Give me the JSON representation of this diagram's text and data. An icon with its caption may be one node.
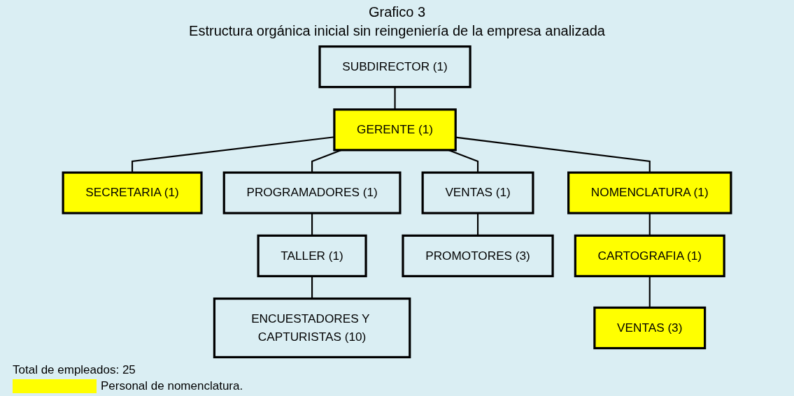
{
  "diagram": {
    "title": "Grafico 3",
    "nodes": [
      {
        "text": [
          "SUBDIRECTOR (1)"
        ]
      },
      {
        "text": [
          "GERENTE (1)"
        ]
      },
      {
        "text": [
          "SECRETARIA (1)"
        ]
      },
      {
        "text": [
          "PROGRAMADORES (1)"
        ]
      },
      {
        "text": [
          "VENTAS (1)"
        ]
      },
      {
        "text": [
          "NOMENCLATURA (1)"
        ]
      },
      {
        "text": [
          "TALLER (1)"
        ]
      },
      {
        "text": [
          "PROMOTORES (3)"
        ]
      },
      {
        "text": [
          "CARTOGRAFIA (1)"
        ]
      },
      {
        "text": [
          "ENCUESTADORES Y CAPTURISTAS (10)"
        ]
      },
      {
        "text": [
          "VENTAS (3)"
        ]
      }
    ],
    "edges": [
      {
        "from": 0,
        "to": 1,
        "arrow": "none"
      },
      {
        "from": 1,
        "to": 2,
        "arrow": "none"
      },
      {
        "from": 1,
        "to": 3,
        "arrow": "none"
      },
      {
        "from": 1,
        "to": 4,
        "arrow": "none"
      },
      {
        "from": 1,
        "to": 5,
        "arrow": "none"
      },
      {
        "from": 3,
        "to": 6,
        "arrow": "none"
      },
      {
        "from": 4,
        "to": 7,
        "arrow": "none"
      },
      {
        "from": 5,
        "to": 8,
        "arrow": "none"
      },
      {
        "from": 6,
        "to": 9,
        "arrow": "none"
      },
      {
        "from": 8,
        "to": 10,
        "arrow": "none"
      }
    ],
    "labels": [
      "Estructura orgánica inicial sin reingeniería de la empresa analizada",
      "Total de empleados: 25"
    ],
    "legend": [
      {
        "text": "Personal de nomenclatura.",
        "color": "#ffff00"
      }
    ]
  }
}
